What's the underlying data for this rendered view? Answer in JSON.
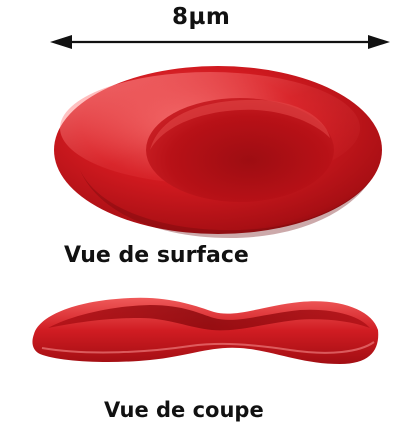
{
  "figure": {
    "measure_label": "8µm",
    "surface_caption": "Vue de surface",
    "section_caption": "Vue de coupe"
  },
  "colors": {
    "cell_red": "#c8141b",
    "cell_dark": "#8e0c10",
    "cell_light": "#ee5b5b",
    "arrow": "#111111",
    "text": "#111111",
    "background": "#ffffff"
  }
}
